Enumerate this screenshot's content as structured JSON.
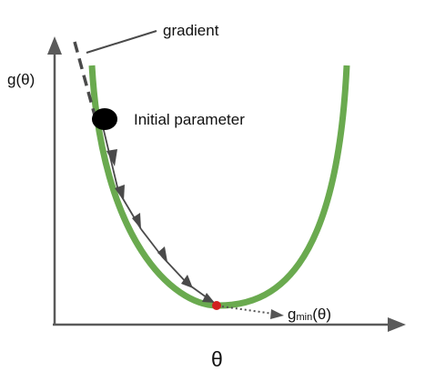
{
  "labels": {
    "y_axis": "g(θ)",
    "x_axis": "θ",
    "gradient": "gradient",
    "initial_parameter": "Initial parameter",
    "minimum_prefix": "g",
    "minimum_subscript": "min",
    "minimum_suffix": "(θ)"
  },
  "colors": {
    "curve": "#6aaa4f",
    "axes": "#5a5a5a",
    "steps": "#4a4a4a",
    "initial_point": "#000000",
    "minimum_point": "#d11f1f",
    "text": "#111111"
  }
}
